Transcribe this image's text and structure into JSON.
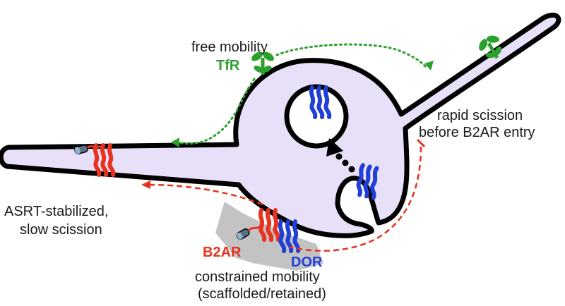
{
  "labels": {
    "free_mobility": "free mobility",
    "tfr": "TfR",
    "rapid_line1": "rapid scission",
    "rapid_line2": "before B2AR entry",
    "asrt_line1": "ASRT-stabilized,",
    "asrt_line2": "slow scission",
    "b2ar": "B2AR",
    "dor": "DOR",
    "constrained_line1": "constrained mobility",
    "constrained_line2": "(scaffolded/retained)"
  },
  "colors": {
    "cell_fill": "#e8e0f8",
    "outline": "#000000",
    "tfr": "#2ca02c",
    "b2ar": "#e8321e",
    "dor": "#1f3fd6",
    "scaffold": "#bdbdbd",
    "text": "#1a1a1a"
  },
  "icons": {
    "tfr_receptor": "tfr-receptor-icon",
    "b2ar_receptor": "b2ar-receptor-icon",
    "dor_receptor": "dor-receptor-icon",
    "asrt_probe": "asrt-probe-icon"
  }
}
